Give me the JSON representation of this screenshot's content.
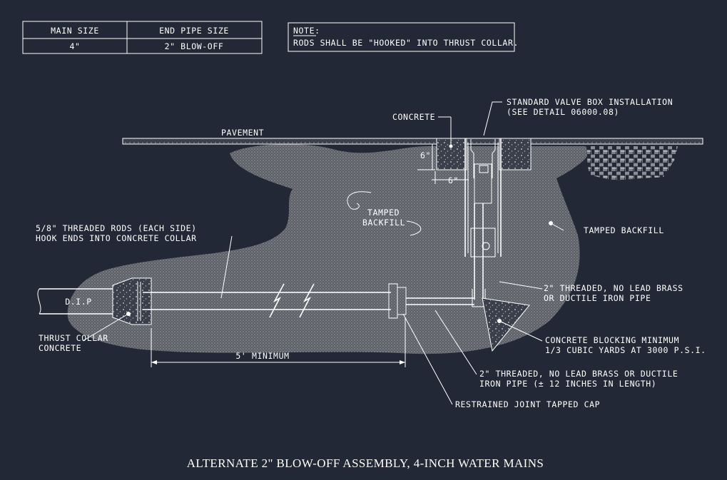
{
  "drawing": {
    "title": "ALTERNATE 2\" BLOW-OFF ASSEMBLY, 4-INCH WATER MAINS",
    "colors": {
      "background": "#222835",
      "linework": "#ffffff",
      "fill": "#6d7076"
    }
  },
  "size_table": {
    "headers": [
      "MAIN SIZE",
      "END PIPE SIZE"
    ],
    "rows": [
      [
        "4\"",
        "2\" BLOW-OFF"
      ]
    ]
  },
  "note": {
    "heading": "NOTE:",
    "text": "RODS SHALL BE \"HOOKED\" INTO THRUST COLLAR."
  },
  "labels": {
    "pavement": "PAVEMENT",
    "concrete": "CONCRETE",
    "valve_box_line1": "STANDARD VALVE BOX INSTALLATION",
    "valve_box_line2": "(SEE DETAIL 06000.08)",
    "dim_6_vertical": "6\"",
    "dim_6_horizontal": "6\"",
    "tamped_backfill_center_line1": "TAMPED",
    "tamped_backfill_center_line2": "BACKFILL",
    "tamped_backfill_right": "TAMPED BACKFILL",
    "rods_line1": "5/8\" THREADED RODS (EACH SIDE)",
    "rods_line2": "HOOK ENDS INTO CONCRETE COLLAR",
    "dip": "D.I.P",
    "thrust_collar_line1": "THRUST COLLAR",
    "thrust_collar_line2": "CONCRETE",
    "min_5": "5' MINIMUM",
    "riser_pipe_line1": "2\" THREADED, NO LEAD BRASS",
    "riser_pipe_line2": "OR DUCTILE IRON PIPE",
    "blocking_line1": "CONCRETE BLOCKING MINIMUM",
    "blocking_line2": "1/3 CUBIC YARDS AT 3000 P.S.I.",
    "end_pipe_line1": "2\" THREADED, NO LEAD BRASS OR DUCTILE",
    "end_pipe_line2": "IRON PIPE (± 12 INCHES IN LENGTH)",
    "cap": "RESTRAINED JOINT TAPPED CAP"
  }
}
